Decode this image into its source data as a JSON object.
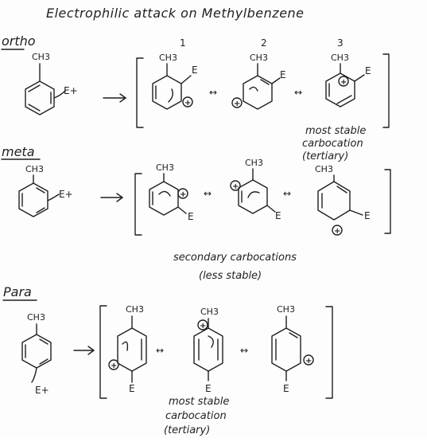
{
  "title": "Electrophilic attack on Methylbenzene",
  "sections": {
    "ortho": {
      "heading": "ortho",
      "reactant_group": "CH3",
      "electrophile": "E+",
      "labels": [
        "1",
        "2",
        "3"
      ],
      "ch3": [
        "CH3",
        "CH3",
        "CH3"
      ],
      "e": [
        "E",
        "E",
        "E"
      ],
      "note": [
        "most stable",
        "carbocation",
        "(tertiary)"
      ]
    },
    "meta": {
      "heading": "meta",
      "reactant_group": "CH3",
      "electrophile": "E+",
      "ch3": [
        "CH3",
        "CH3",
        "CH3"
      ],
      "e": [
        "E",
        "E",
        "E"
      ],
      "note": [
        "secondary carbocations",
        "(less stable)"
      ]
    },
    "para": {
      "heading": "Para",
      "reactant_group": "CH3",
      "electrophile": "E+",
      "ch3": [
        "CH3",
        "CH3",
        "CH3"
      ],
      "e": [
        "E",
        "E",
        "E"
      ],
      "note": [
        "most stable",
        "carbocation",
        "(tertiary)"
      ]
    }
  },
  "symbols": {
    "resonance": "↔",
    "plus": "+"
  }
}
